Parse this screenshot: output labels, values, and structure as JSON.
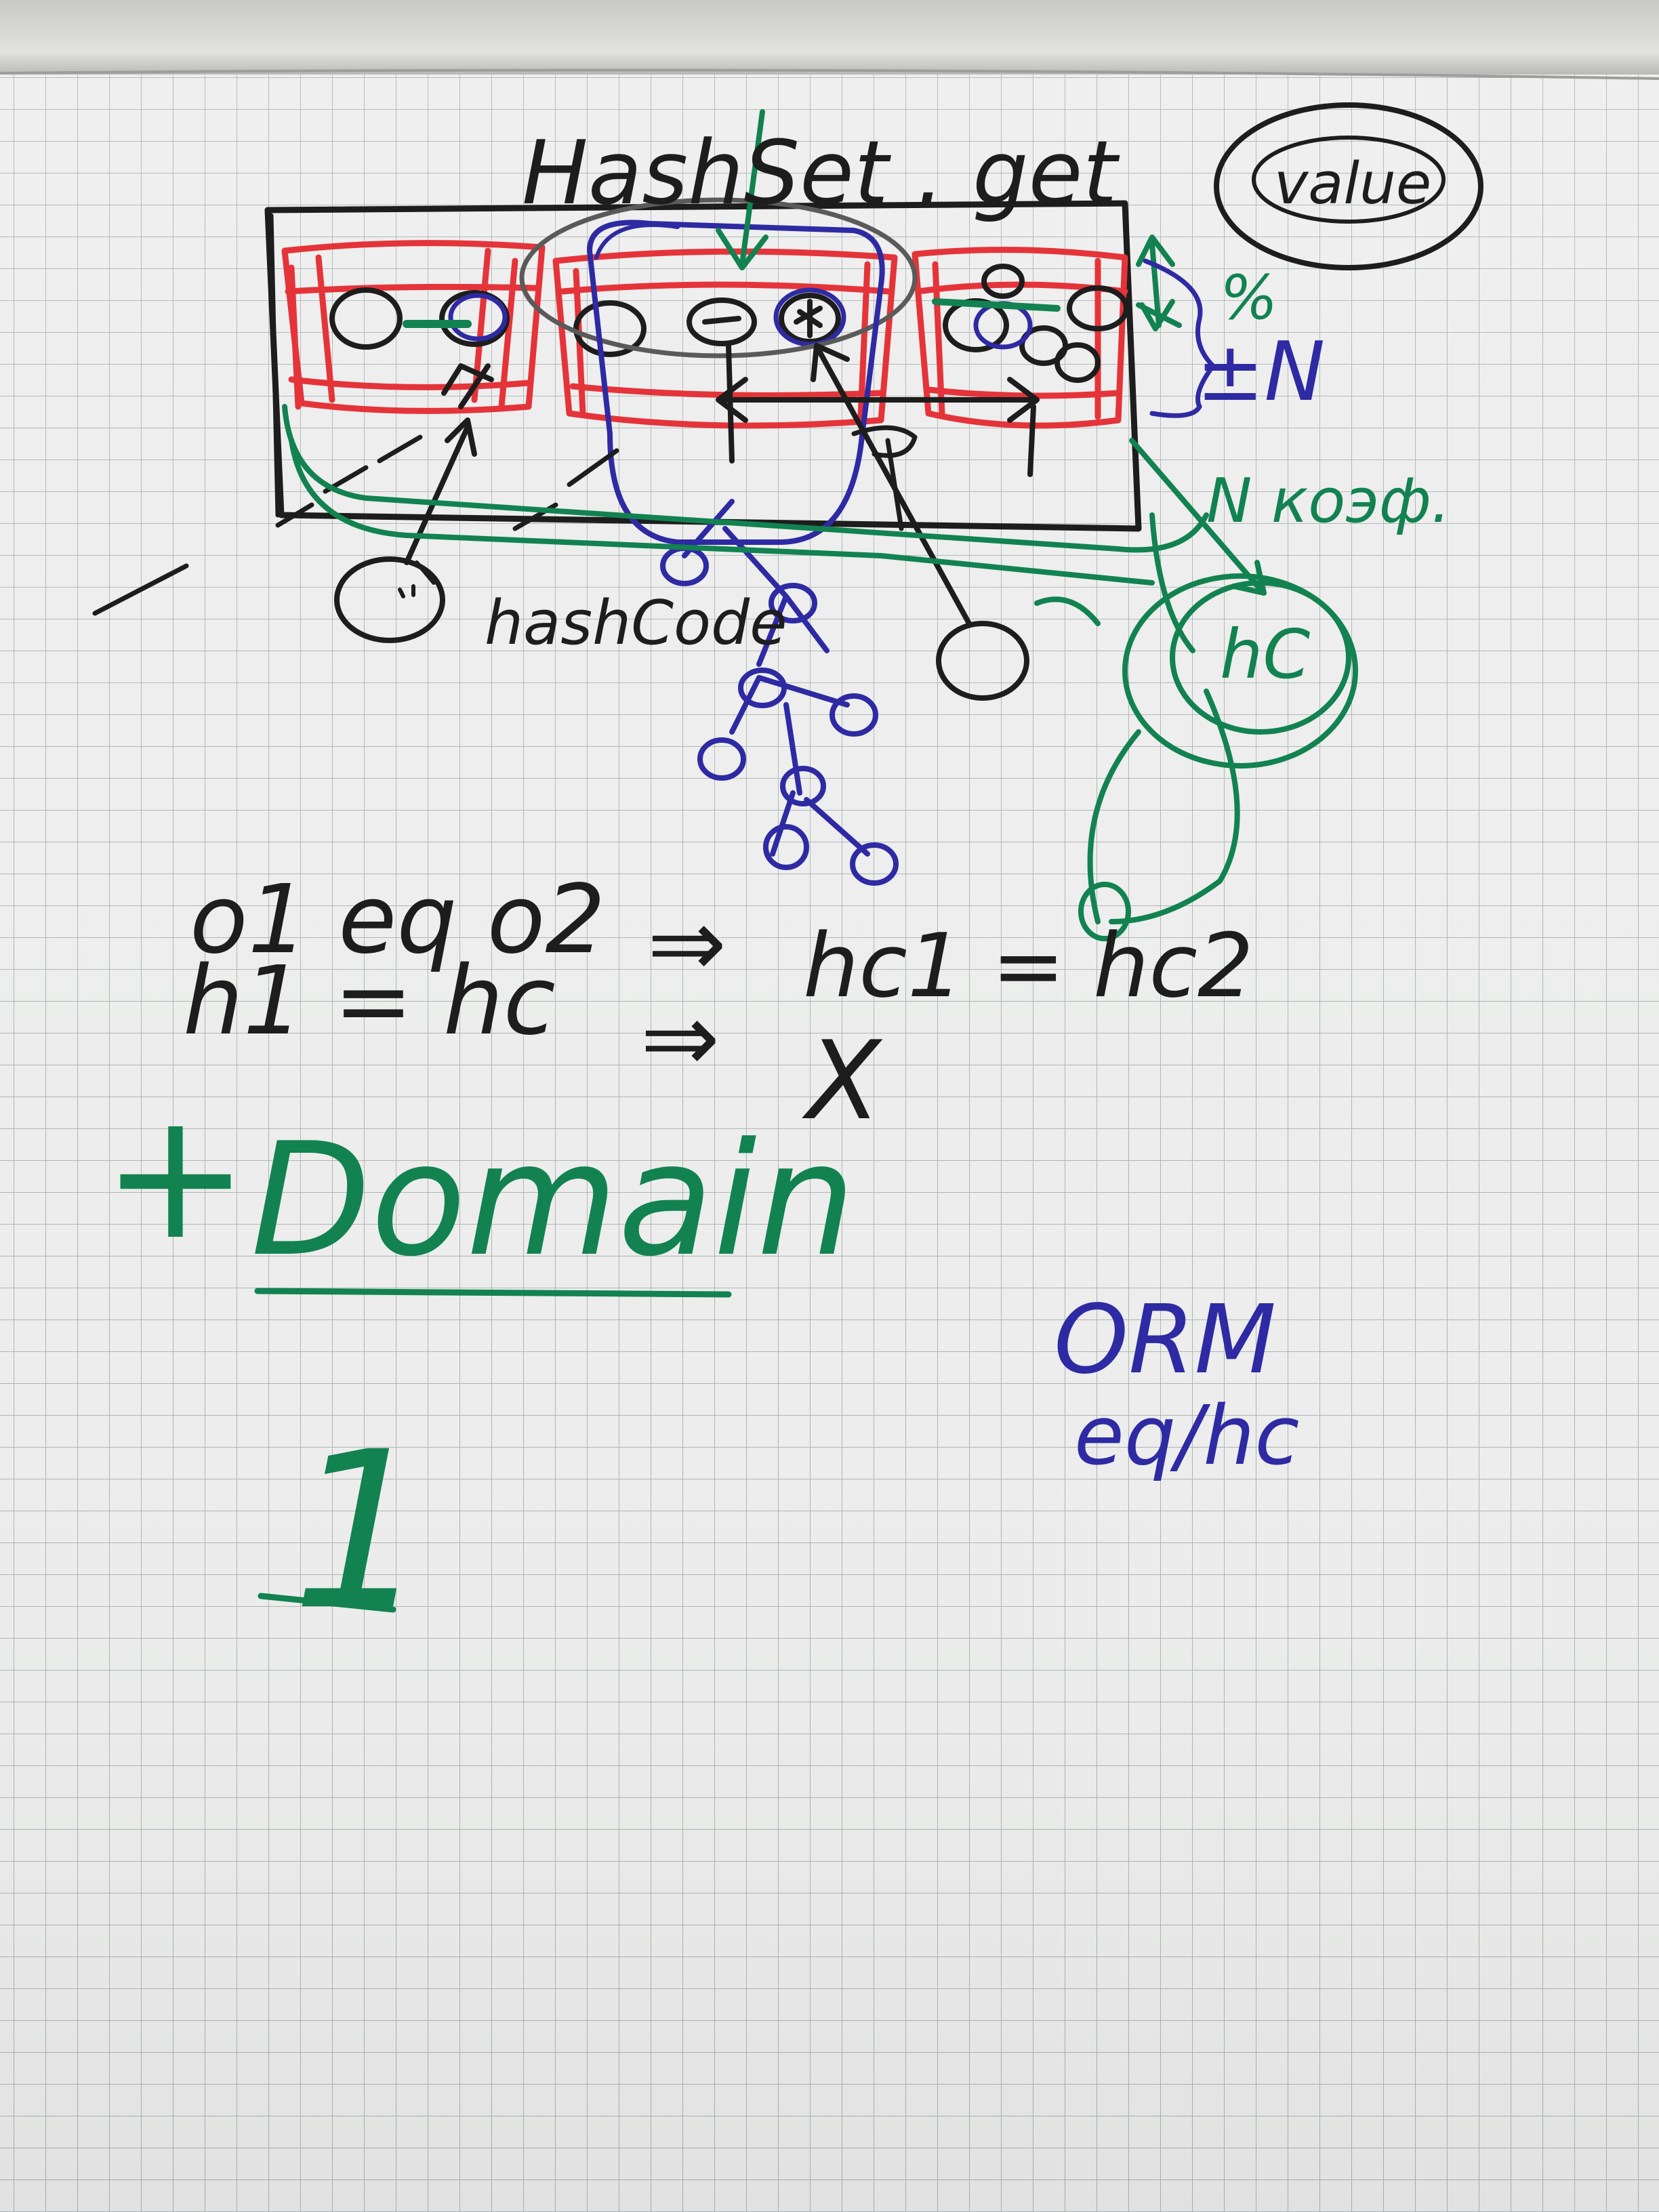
{
  "colors": {
    "paper": "#ecedec",
    "grid": "#aeb4b4",
    "black": "#1d1d1d",
    "red": "#e4343a",
    "blue": "#2e2aa3",
    "green": "#128250"
  },
  "title": {
    "method": "HashSet . get",
    "arg": "value"
  },
  "labels": {
    "hashcode": "hashCode",
    "nkoef": "N коэф.",
    "percent": "%",
    "plus_n": "±N",
    "hc": "hC"
  },
  "equations": {
    "line1_left": "o1 eq o2",
    "line1_arrow": "⇒",
    "line1_right": "hc1 = hc2",
    "line2_left": "h1 = hc",
    "line2_arrow": "⇒",
    "line2_right": "X"
  },
  "domain": {
    "plus": "+",
    "text": "Domain"
  },
  "orm": {
    "line1": "ORM",
    "line2": "eq/hc"
  },
  "number": "1"
}
